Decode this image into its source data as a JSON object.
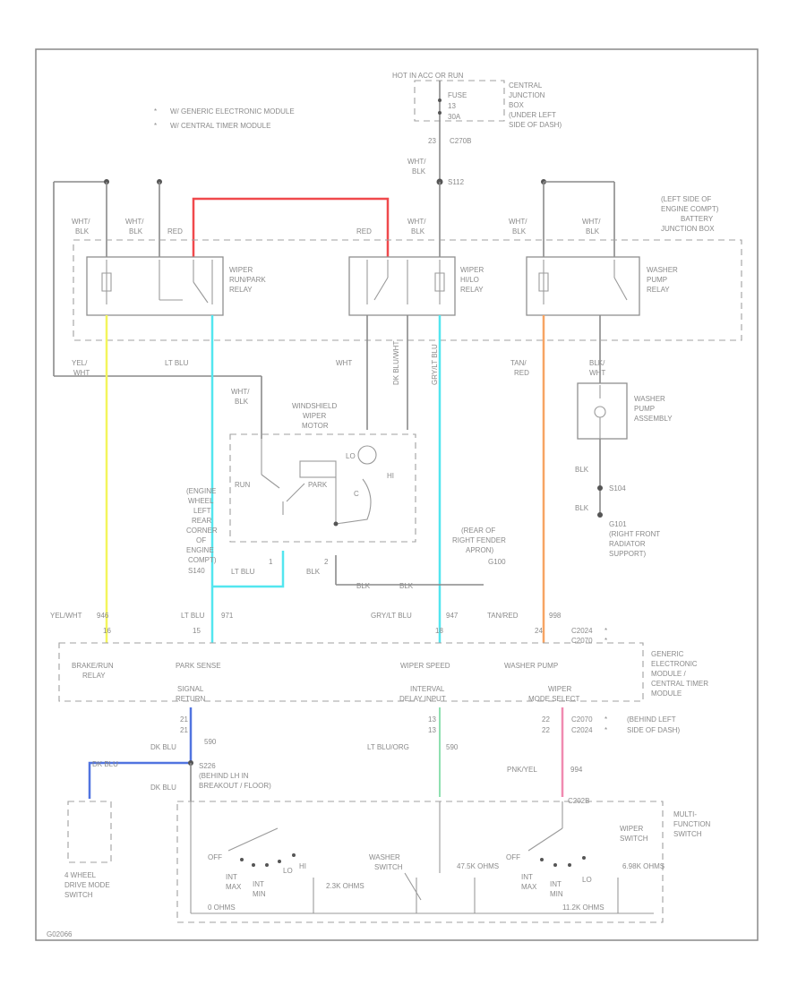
{
  "legend": [
    {
      "symbol": "*",
      "text": "W/ GENERIC ELECTRONIC MODULE"
    },
    {
      "symbol": "*",
      "text": "W/ CENTRAL TIMER MODULE"
    }
  ],
  "power": {
    "hot_label": "HOT IN ACC OR RUN",
    "fuse_label": "FUSE",
    "fuse_number": "13",
    "fuse_rating": "30A",
    "junction_label": [
      "CENTRAL",
      "JUNCTION",
      "BOX",
      "(UNDER LEFT",
      "SIDE OF DASH)"
    ],
    "pin": "23",
    "connector": "C270B",
    "wire": [
      "WHT/",
      "BLK"
    ],
    "splice": "S112"
  },
  "battery_jb": {
    "label": [
      "(LEFT SIDE OF",
      "ENGINE COMPT)",
      "BATTERY",
      "JUNCTION BOX"
    ]
  },
  "relays": [
    {
      "name": [
        "WIPER",
        "RUN/PARK",
        "RELAY"
      ]
    },
    {
      "name": [
        "WIPER",
        "HI/LO",
        "RELAY"
      ]
    },
    {
      "name": [
        "WASHER",
        "PUMP",
        "RELAY"
      ]
    }
  ],
  "relay_wires": {
    "run_park": [
      "WHT/",
      "BLK",
      "WHT/",
      "BLK",
      "RED"
    ],
    "hilo": [
      "RED",
      "WHT/",
      "BLK"
    ],
    "washer": [
      "WHT/",
      "BLK",
      "WHT/",
      "BLK"
    ]
  },
  "wires": {
    "yel_wht": [
      "YEL/",
      "WHT"
    ],
    "lt_blu": "LT BLU",
    "wht_blk_motor": [
      "WHT/",
      "BLK"
    ],
    "wht": "WHT",
    "dk_blu_wht": "DK BLU/WHT",
    "gry_lt_blu": "GRY/LT BLU",
    "tan_red": [
      "TAN/",
      "RED"
    ],
    "blk_wht": [
      "BLK/",
      "WHT"
    ],
    "blk": "BLK"
  },
  "motor": {
    "label": [
      "WINDSHIELD",
      "WIPER",
      "MOTOR"
    ],
    "lo": "LO",
    "hi": "HI",
    "c": "C",
    "run": "RUN",
    "park": "PARK",
    "pins": [
      "1",
      "2"
    ]
  },
  "washer_pump": {
    "label": [
      "WASHER",
      "PUMP",
      "ASSEMBLY"
    ]
  },
  "grounds": {
    "splice": "S104",
    "ground": "G101",
    "ground_label": [
      "(RIGHT FRONT",
      "RADIATOR",
      "SUPPORT)"
    ],
    "g100_label": [
      "(REAR OF",
      "RIGHT FENDER",
      "APRON)"
    ],
    "g100": "G100",
    "s140_label": [
      "(ENGINE",
      "WHEEL",
      "LEFT",
      "REAR",
      "CORNER",
      "OF",
      "ENGINE",
      "COMPT)"
    ],
    "s140": "S140"
  },
  "module_top_wires": [
    {
      "wire": "YEL/WHT",
      "circuit": "946",
      "pin": "16"
    },
    {
      "wire": "LT BLU",
      "circuit": "971",
      "pin": "15"
    },
    {
      "wire": "GRY/LT BLU",
      "circuit": "947",
      "pin": "18"
    },
    {
      "wire": "TAN/RED",
      "circuit": "998",
      "pin": "24"
    }
  ],
  "module_connectors": {
    "top": [
      "C2024",
      "C2070"
    ],
    "top_marks": [
      "*",
      "*"
    ],
    "bottom_pins": [
      [
        "21",
        "21"
      ],
      [
        "13",
        "13"
      ],
      [
        "22",
        "22"
      ]
    ],
    "bottom_conn": [
      "C2070",
      "C2024"
    ],
    "bottom_marks": [
      "*",
      "*"
    ],
    "bottom_label": [
      "(BEHIND LEFT",
      "SIDE OF DASH)"
    ]
  },
  "module": {
    "functions_top": [
      "BRAKE/RUN",
      "RELAY",
      "PARK SENSE",
      "WIPER SPEED",
      "WASHER PUMP"
    ],
    "functions_bottom": [
      "SIGNAL",
      "RETURN",
      "INTERVAL",
      "DELAY INPUT",
      "WIPER",
      "MODE SELECT"
    ],
    "label": [
      "GENERIC",
      "ELECTRONIC",
      "MODULE /",
      "CENTRAL TIMER",
      "MODULE"
    ]
  },
  "lower_wires": [
    {
      "wire": "DK BLU",
      "circuit": "590"
    },
    {
      "wire": "LT BLU/ORG",
      "circuit": "590"
    },
    {
      "wire": "PNK/YEL",
      "circuit": "994"
    },
    {
      "wire": "DK BLU",
      "circuit": ""
    }
  ],
  "s226": {
    "id": "S226",
    "label": "(BEHIND LH IN",
    "label2": "BREAKOUT / FLOOR)"
  },
  "mfs": {
    "connector": "C202B",
    "label": [
      "MULTI-",
      "FUNCTION",
      "SWITCH"
    ],
    "wiper_switch": [
      "WIPER",
      "SWITCH"
    ],
    "washer_switch": [
      "WASHER",
      "SWITCH"
    ],
    "positions_left": [
      "OFF",
      "INT",
      "MAX",
      "INT",
      "MIN",
      "LO",
      "HI"
    ],
    "positions_right": [
      "OFF",
      "INT",
      "MAX",
      "INT",
      "MIN",
      "LO"
    ],
    "ohms": [
      "0 OHMS",
      "2.3K OHMS",
      "47.5K OHMS",
      "6.98K OHMS",
      "11.2K OHMS"
    ]
  },
  "four_wd": {
    "label": [
      "4 WHEEL",
      "DRIVE MODE",
      "SWITCH"
    ],
    "wire": "DK BLU"
  },
  "footer": {
    "code": "G02066"
  },
  "colors": {
    "red": "#f0494c",
    "yellow": "#f3f55c",
    "cyan": "#53e6ef",
    "green": "#8fe0b0",
    "orange": "#f7a463",
    "blue": "#5174e0",
    "pink": "#f08ab0"
  }
}
